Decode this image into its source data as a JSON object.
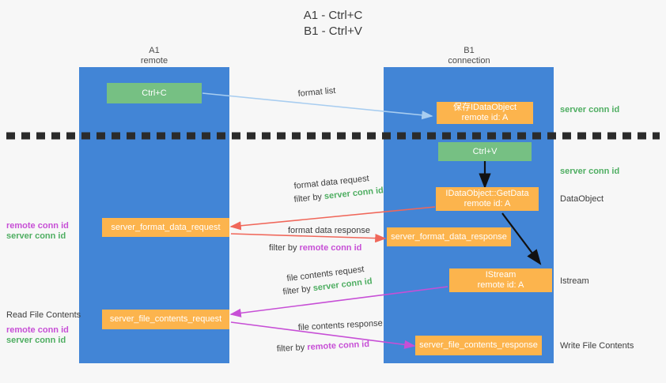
{
  "title": {
    "line1": "A1 - Ctrl+C",
    "line2": "B1 - Ctrl+V"
  },
  "lanes": [
    {
      "id": "a1",
      "name": "A1",
      "sub": "remote"
    },
    {
      "id": "b1",
      "name": "B1",
      "sub": "connection"
    }
  ],
  "colors": {
    "lane": "#4285d6",
    "green_box": "#76c083",
    "orange_box": "#fcb44d",
    "server_conn": "#4fae62",
    "remote_conn": "#c74fd6",
    "arrow_blue": "#a8cdf0",
    "arrow_red": "#f0675a",
    "arrow_magenta": "#c74fd6",
    "arrow_black": "#111111",
    "background": "#f7f7f7"
  },
  "boxes": {
    "ctrl_c": "Ctrl+C",
    "ctrl_v": "Ctrl+V",
    "save_idataobject_l1": "保存IDataObject",
    "save_idataobject_l2": "remote id: A",
    "getdata_l1": "IDataObject::GetData",
    "getdata_l2": "remote id: A",
    "istream_l1": "IStream",
    "istream_l2": "remote id: A",
    "server_format_data_request": "server_format_data_request",
    "server_format_data_response": "server_format_data_response",
    "server_file_contents_request": "server_file_contents_request",
    "server_file_contents_response": "server_file_contents_response"
  },
  "right_labels": {
    "server_conn_id_top": "server conn id",
    "server_conn_id_mid": "server conn id",
    "dataobject": "DataObject",
    "istream": "Istream",
    "write_file_contents": "Write File Contents"
  },
  "left_labels": {
    "remote_conn_id_1": "remote conn id",
    "server_conn_id_1": "server conn id",
    "read_file_contents": "Read File Contents",
    "remote_conn_id_2": "remote conn id",
    "server_conn_id_2": "server conn id"
  },
  "arrow_labels": {
    "format_list": "format list",
    "format_data_request": "format data request",
    "format_data_request_filter_prefix": "filter by ",
    "format_data_request_filter_value": "server conn id",
    "format_data_response": "format data response",
    "format_data_response_filter_prefix": "filter by ",
    "format_data_response_filter_value": "remote conn id",
    "file_contents_request": "file contents request",
    "file_contents_request_filter_prefix": "filter by ",
    "file_contents_request_filter_value": "server conn id",
    "file_contents_response": "file contents response",
    "file_contents_response_filter_prefix": "filter by ",
    "file_contents_response_filter_value": "remote conn id"
  }
}
